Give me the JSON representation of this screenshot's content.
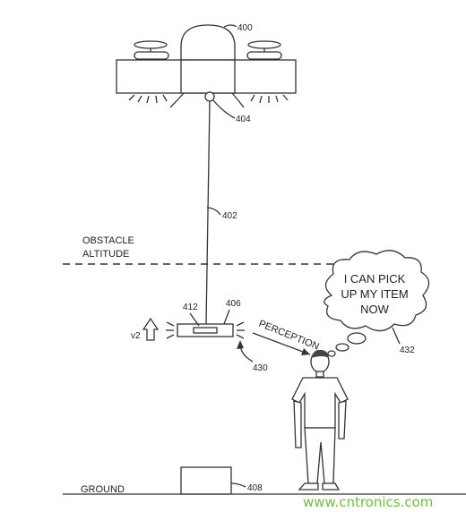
{
  "labels": {
    "ref_uav": "400",
    "ref_winch": "404",
    "ref_tether": "402",
    "ref_package": "406",
    "ref_sensor": "412",
    "ref_perception_ref": "430",
    "ref_ground_item": "408",
    "ref_thought": "432",
    "obstacle_line1": "OBSTACLE",
    "obstacle_line2": "ALTITUDE",
    "ground": "GROUND",
    "velocity": "v2",
    "perception": "PERCEPTION",
    "thought_line1": "I CAN PICK",
    "thought_line2": "UP MY ITEM",
    "thought_line3": "NOW"
  },
  "watermark": {
    "text": "www.cntronics.com",
    "color": "#6fbf3a"
  }
}
